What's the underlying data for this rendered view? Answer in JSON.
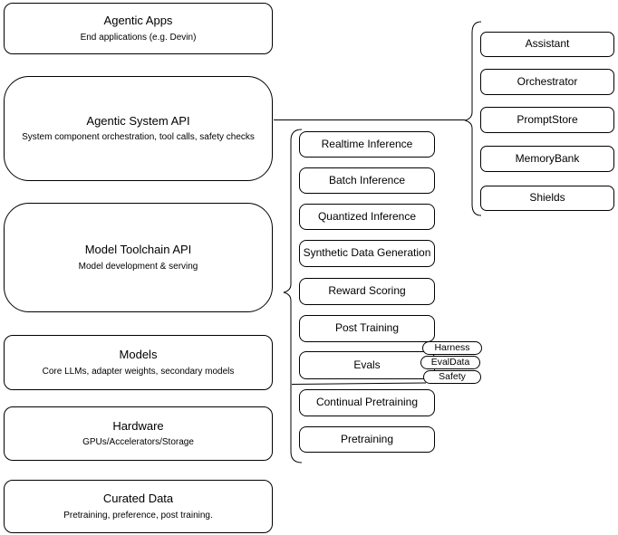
{
  "diagram": {
    "title": "Agentic stack architecture diagram",
    "colors": {
      "stroke": "#000000",
      "background": "#ffffff",
      "text": "#000000"
    },
    "left_column": {
      "boxes": [
        {
          "title": "Agentic Apps",
          "subtitle": "End applications (e.g. Devin)"
        },
        {
          "title": "Agentic System API",
          "subtitle": "System component orchestration, tool calls, safety checks"
        },
        {
          "title": "Model Toolchain API",
          "subtitle": "Model development & serving"
        },
        {
          "title": "Models",
          "subtitle": "Core LLMs, adapter weights, secondary models"
        },
        {
          "title": "Hardware",
          "subtitle": "GPUs/Accelerators/Storage"
        },
        {
          "title": "Curated Data",
          "subtitle": "Pretraining, preference, post training."
        }
      ]
    },
    "middle_column": {
      "items": [
        "Realtime Inference",
        "Batch Inference",
        "Quantized Inference",
        "Synthetic Data Generation",
        "Reward Scoring",
        "Post Training",
        "Evals",
        "Continual Pretraining",
        "Pretraining"
      ]
    },
    "right_column": {
      "items": [
        "Assistant",
        "Orchestrator",
        "PromptStore",
        "MemoryBank",
        "Shields"
      ]
    },
    "eval_tags": [
      "Harness",
      "EvalData",
      "Safety"
    ]
  }
}
